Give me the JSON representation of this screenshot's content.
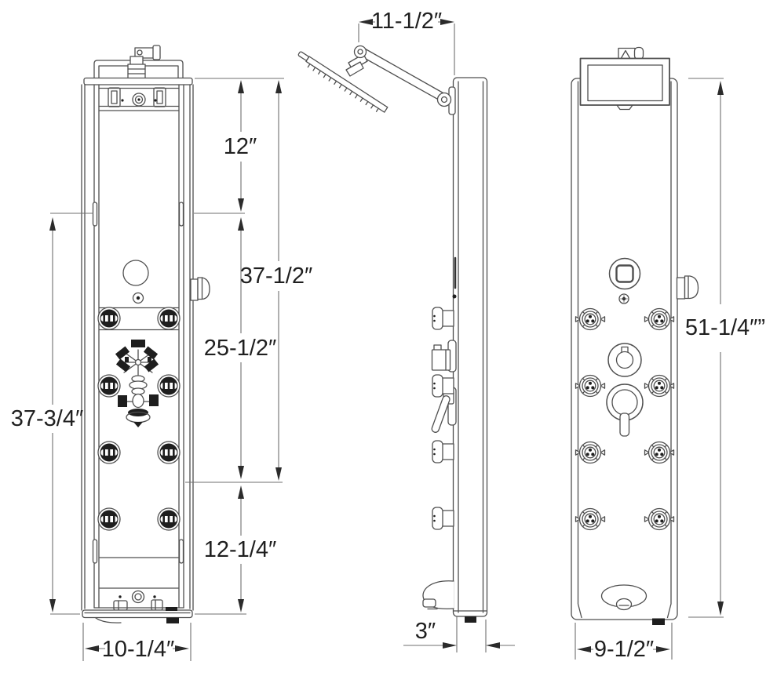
{
  "drawing_type": "shower panel technical dimension drawing, three orthographic views",
  "colors": {
    "line": "#4f4f4f",
    "dim_line": "#6f6f6f",
    "text": "#1f1f1f",
    "dark_fill": "#1e1e1e",
    "background": "#ffffff"
  },
  "dimensions": {
    "back_view": {
      "top_offset": "12″",
      "overall_span": "37-1/2″",
      "mid_span": "25-1/2″",
      "overall_left": "37-3/4″",
      "lower_span": "12-1/4″",
      "width": "10-1/4″"
    },
    "side_view": {
      "arm_reach": "11-1/2″",
      "depth": "3″"
    },
    "front_view": {
      "height": "51-1/4″”",
      "width": "9-1/2″"
    }
  }
}
